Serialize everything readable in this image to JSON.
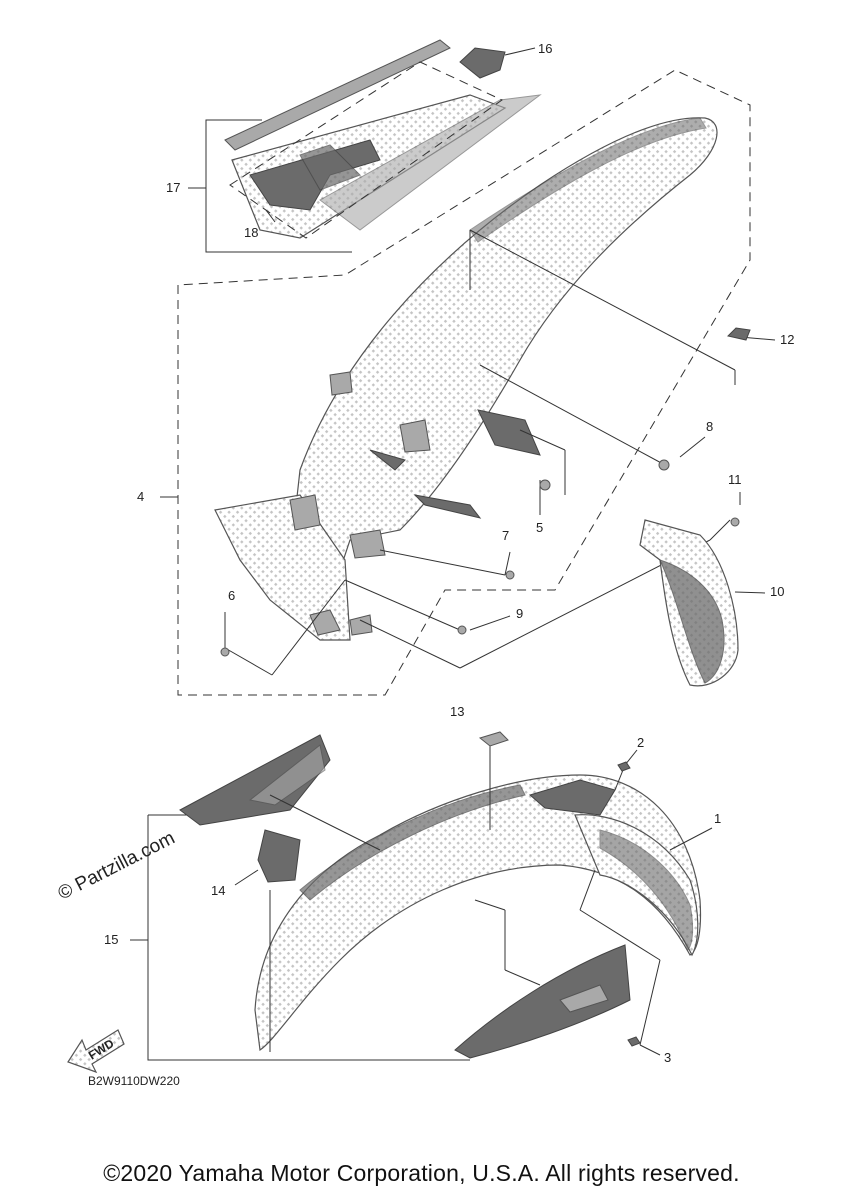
{
  "callouts": {
    "c1": "1",
    "c2": "2",
    "c3": "3",
    "c4": "4",
    "c5": "5",
    "c6": "6",
    "c7": "7",
    "c8": "8",
    "c9": "9",
    "c10": "10",
    "c11": "11",
    "c12": "12",
    "c13": "13",
    "c14": "14",
    "c15": "15",
    "c16": "16",
    "c17": "17",
    "c18": "18"
  },
  "watermark": "© Partzilla.com",
  "fwd_label": "FWD",
  "diagram_code": "B2W9110DW220",
  "copyright": "©2020 Yamaha Motor Corporation, U.S.A. All rights reserved."
}
